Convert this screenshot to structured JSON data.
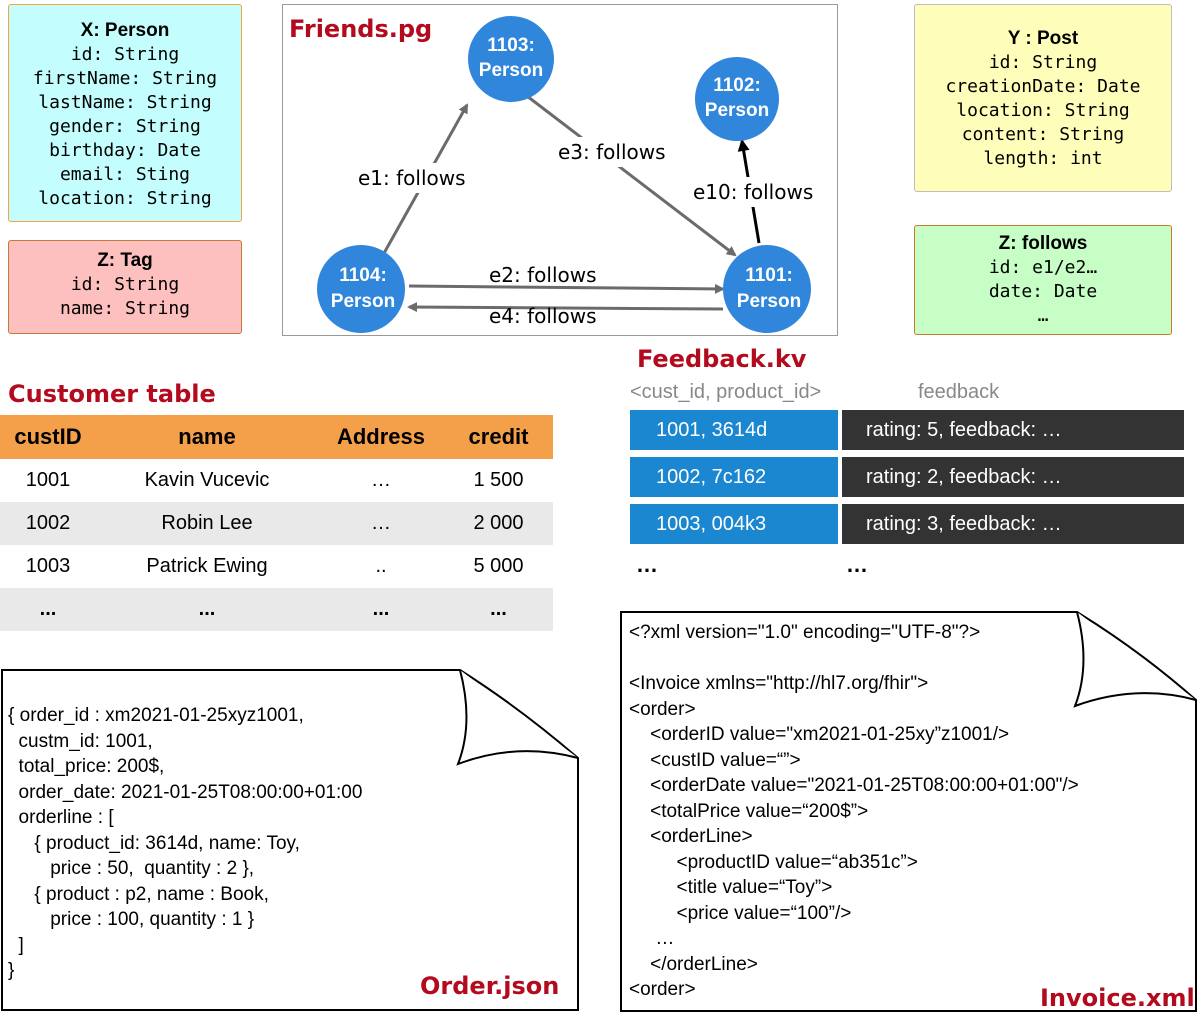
{
  "schemas": {
    "person": {
      "title": "X: Person",
      "fields": [
        "id: String",
        "firstName: String",
        "lastName: String",
        "gender: String",
        "birthday: Date",
        "email: Sting",
        "location: String"
      ],
      "bg": "#c3fdfd",
      "border": "#f3a33f"
    },
    "tag": {
      "title": "Z: Tag",
      "fields": [
        "id: String",
        "name: String"
      ],
      "bg": "#fdc0bf",
      "border": "#c47a3a"
    },
    "post": {
      "title": "Y : Post",
      "fields": [
        "id: String",
        "creationDate: Date",
        "location: String",
        "content: String",
        "length: int"
      ],
      "bg": "#fefdb9",
      "border": "#bdbdbd"
    },
    "follows": {
      "title": "Z: follows",
      "fields": [
        "id: e1/e2…",
        "date: Date",
        "…"
      ],
      "bg": "#c6fec6",
      "border": "#c97a2a"
    }
  },
  "graph": {
    "title": "Friends.pg",
    "nodes": [
      {
        "id": "1103",
        "label1": "1103:",
        "label2": "Person"
      },
      {
        "id": "1102",
        "label1": "1102:",
        "label2": "Person"
      },
      {
        "id": "1104",
        "label1": "1104:",
        "label2": "Person"
      },
      {
        "id": "1101",
        "label1": "1101:",
        "label2": "Person"
      }
    ],
    "edges": [
      {
        "label": "e1: follows"
      },
      {
        "label": "e3: follows"
      },
      {
        "label": "e10: follows"
      },
      {
        "label": "e2: follows"
      },
      {
        "label": "e4: follows"
      }
    ],
    "node_color": "#2f86db"
  },
  "customer": {
    "title": "Customer table",
    "headers": [
      "custID",
      "name",
      "Address",
      "credit"
    ],
    "rows": [
      [
        "1001",
        "Kavin Vucevic",
        "…",
        "1 500"
      ],
      [
        "1002",
        "Robin Lee",
        "…",
        "2 000"
      ],
      [
        "1003",
        "Patrick Ewing",
        "..",
        "5 000"
      ],
      [
        "...",
        "...",
        "...",
        "..."
      ]
    ],
    "header_color": "#f4a04a"
  },
  "feedback": {
    "title": "Feedback.kv",
    "key_header": "<cust_id, product_id>",
    "value_header": "feedback",
    "rows": [
      {
        "key": "1001, 3614d",
        "value": "rating: 5, feedback: …"
      },
      {
        "key": "1002, 7c162",
        "value": "rating: 2, feedback: …"
      },
      {
        "key": "1003, 004k3",
        "value": "rating: 3, feedback: …"
      }
    ],
    "dots_key": "…",
    "dots_value": "…"
  },
  "order_json": {
    "title": "Order.json",
    "lines": [
      "{ order_id : xm2021-01-25xyz1001,",
      "  custm_id: 1001,",
      "  total_price: 200$,",
      "  order_date: 2021-01-25T08:00:00+01:00",
      "  orderline : [",
      "     { product_id: 3614d, name: Toy,",
      "        price : 50,  quantity : 2 },",
      "     { product : p2, name : Book,",
      "        price : 100, quantity : 1 }",
      "  ]",
      "}"
    ]
  },
  "invoice_xml": {
    "title": "Invoice.xml",
    "lines": [
      "<?xml version=\"1.0\" encoding=\"UTF-8\"?>",
      "",
      "<Invoice xmlns=\"http://hl7.org/fhir\">",
      "<order>",
      "    <orderID value=\"xm2021-01-25xy”z1001/>",
      "    <custID value=“”>",
      "    <orderDate value=\"2021-01-25T08:00:00+01:00\"/>",
      "    <totalPrice value=“200$”>",
      "    <orderLine>",
      "         <productID value=“ab351c”>",
      "         <title value=“Toy”>",
      "         <price value=“100”/>",
      "     …",
      "    </orderLine>",
      "<order>"
    ]
  }
}
